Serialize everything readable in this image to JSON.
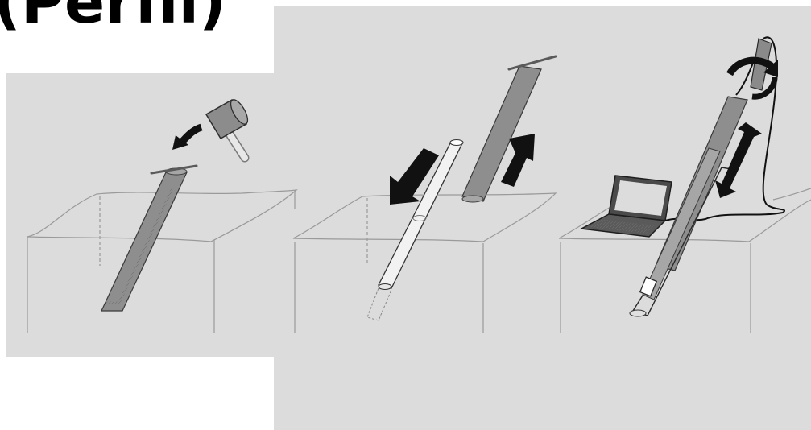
{
  "heading": {
    "text": "(Perfil)"
  },
  "colors": {
    "panel_background": "#dcdcdc",
    "soil_outline": "#9a9a9a",
    "tube_fill": "#8e8e8e",
    "tube_outline": "#3a3a3a",
    "arrow_fill": "#111111",
    "laptop_fill": "#4a4a4a"
  },
  "steps": [
    {
      "icon": "hammer-icon",
      "action": "drive-tube-into-soil"
    },
    {
      "icon": "access-tube-icon",
      "action": "insert-tube-remove-driver"
    },
    {
      "icon": "laptop-icon",
      "action": "insert-probe-and-measure"
    }
  ]
}
